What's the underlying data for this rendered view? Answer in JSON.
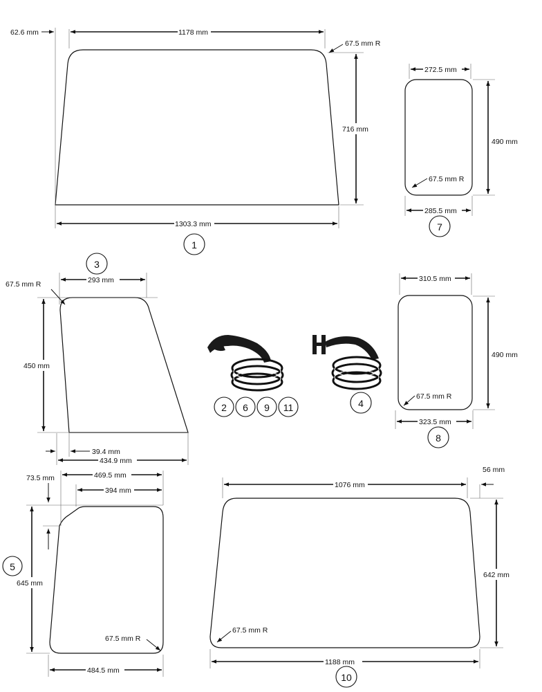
{
  "panels": {
    "p1": {
      "top": "1178 mm",
      "offset": "62.6 mm",
      "radius": "67.5 mm R",
      "height": "716 mm",
      "bottom": "1303.3 mm",
      "callout": "1"
    },
    "p7": {
      "top": "272.5 mm",
      "height": "490 mm",
      "radius": "67.5 mm R",
      "bottom": "285.5 mm",
      "callout": "7"
    },
    "p3": {
      "callout": "3",
      "top": "293 mm",
      "radius": "67.5 mm R",
      "height": "450 mm",
      "offset": "39.4 mm",
      "bottom": "434.9 mm"
    },
    "seals": {
      "callouts": [
        "2",
        "6",
        "9",
        "11"
      ],
      "callout_h": "4"
    },
    "p8": {
      "top": "310.5 mm",
      "height": "490 mm",
      "radius": "67.5 mm R",
      "bottom": "323.5 mm",
      "callout": "8"
    },
    "p5": {
      "callout": "5",
      "offset": "73.5 mm",
      "top": "469.5 mm",
      "top_inner": "394 mm",
      "height": "645 mm",
      "radius": "67.5 mm R",
      "bottom": "484.5 mm"
    },
    "p10": {
      "top": "1076 mm",
      "offset": "56 mm",
      "height": "642 mm",
      "radius": "67.5 mm R",
      "bottom": "1188 mm",
      "callout": "10"
    }
  },
  "icons": {
    "arrow": "arrowhead-icon",
    "seal_u": "u-channel-seal-icon",
    "seal_h": "h-channel-seal-icon"
  }
}
